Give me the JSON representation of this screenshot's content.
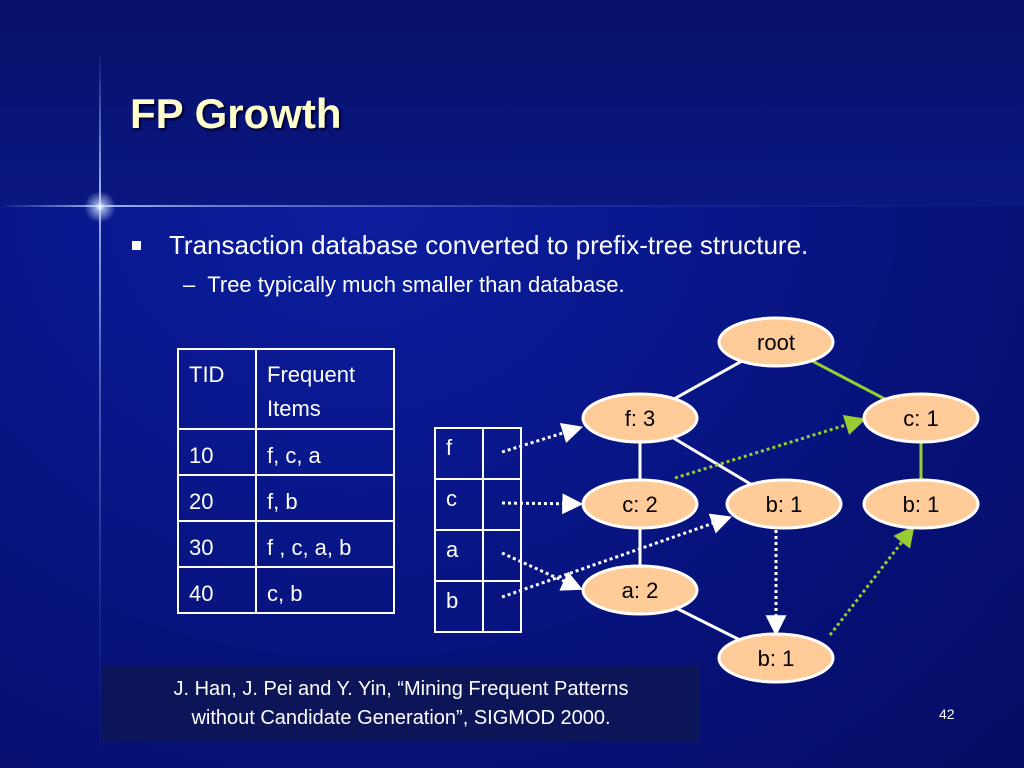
{
  "slide": {
    "title": "FP Growth",
    "bullet": "Transaction database converted to prefix-tree structure.",
    "sub_bullet": "Tree typically much smaller than database.",
    "page_number": "42"
  },
  "transactions": {
    "headers": [
      "TID",
      "Frequent Items"
    ],
    "rows": [
      {
        "tid": "10",
        "items": "f, c, a"
      },
      {
        "tid": "20",
        "items": "f, b"
      },
      {
        "tid": "30",
        "items": "f , c, a, b"
      },
      {
        "tid": "40",
        "items": "c, b",
        "highlight_color": "#99cc00"
      }
    ]
  },
  "header_table": [
    "f",
    "c",
    "a",
    "b"
  ],
  "tree": {
    "nodes": [
      {
        "id": "root",
        "label": "root"
      },
      {
        "id": "f3",
        "label": "f: 3"
      },
      {
        "id": "c1r",
        "label": "c: 1"
      },
      {
        "id": "c2",
        "label": "c: 2"
      },
      {
        "id": "b1m",
        "label": "b: 1"
      },
      {
        "id": "b1r",
        "label": "b: 1"
      },
      {
        "id": "a2",
        "label": "a: 2"
      },
      {
        "id": "b1b",
        "label": "b: 1"
      }
    ],
    "edges": [
      {
        "from": "root",
        "to": "f3",
        "color": "#ffffff"
      },
      {
        "from": "root",
        "to": "c1r",
        "color": "#99cc33"
      },
      {
        "from": "f3",
        "to": "c2",
        "color": "#ffffff"
      },
      {
        "from": "f3",
        "to": "b1m",
        "color": "#ffffff"
      },
      {
        "from": "c1r",
        "to": "b1r",
        "color": "#99cc33"
      },
      {
        "from": "c2",
        "to": "a2",
        "color": "#ffffff"
      },
      {
        "from": "a2",
        "to": "b1b",
        "color": "#ffffff"
      }
    ],
    "node_links": [
      {
        "from": "header-f",
        "to": "f3",
        "color": "#ffffff"
      },
      {
        "from": "header-c",
        "to": "c2",
        "color": "#ffffff"
      },
      {
        "from": "header-a",
        "to": "a2",
        "color": "#ffffff"
      },
      {
        "from": "header-b",
        "to": "b1m",
        "color": "#ffffff"
      },
      {
        "from": "c2",
        "to": "c1r",
        "color": "#99cc33"
      },
      {
        "from": "b1m",
        "to": "b1b",
        "color": "#ffffff"
      },
      {
        "from": "b1b",
        "to": "b1r",
        "color": "#99cc33"
      }
    ],
    "node_fill": "#ffcc99",
    "node_stroke": "#ffffff"
  },
  "citation": {
    "line1": "J. Han, J. Pei and Y. Yin, “Mining Frequent Patterns",
    "line2": "without Candidate Generation”, SIGMOD 2000."
  }
}
